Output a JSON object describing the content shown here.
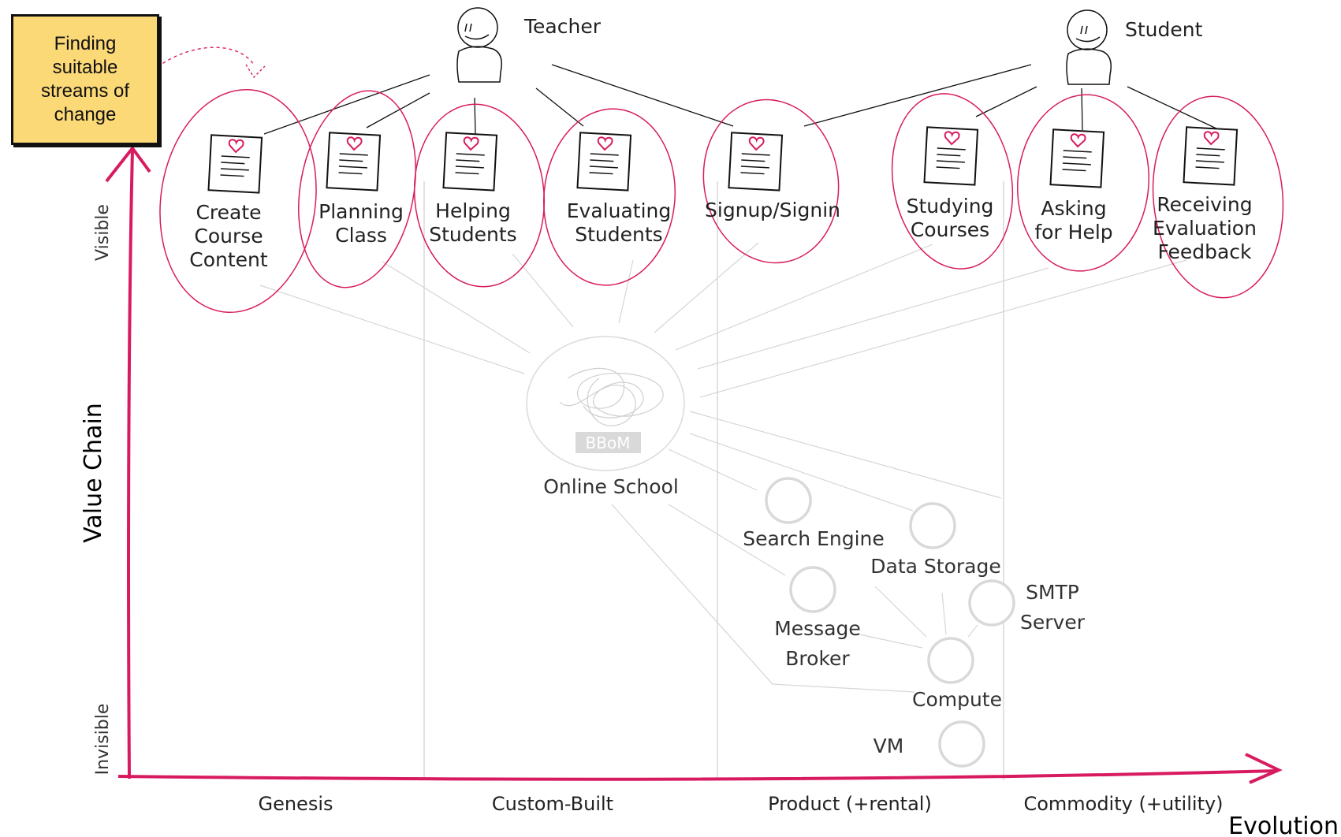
{
  "note": {
    "text": "Finding suitable streams of change",
    "color": "#fcd977"
  },
  "axes": {
    "y_label": "Value Chain",
    "y_top": "Visible",
    "y_bottom": "Invisible",
    "x_label": "Evolution",
    "accent_color": "#d81b60"
  },
  "stages": [
    "Genesis",
    "Custom-Built",
    "Product (+rental)",
    "Commodity (+utility)"
  ],
  "actors": [
    {
      "label": "Teacher",
      "icon": "user-icon"
    },
    {
      "label": "Student",
      "icon": "user-icon"
    }
  ],
  "needs": [
    {
      "label": [
        "Create",
        "Course",
        "Content"
      ],
      "icon": "document-heart-icon"
    },
    {
      "label": [
        "Planning",
        "Class"
      ],
      "icon": "document-heart-icon"
    },
    {
      "label": [
        "Helping",
        "Students"
      ],
      "icon": "document-heart-icon"
    },
    {
      "label": [
        "Evaluating",
        "Students"
      ],
      "icon": "document-heart-icon"
    },
    {
      "label": [
        "Signup/Signin"
      ],
      "icon": "document-heart-icon"
    },
    {
      "label": [
        "Studying",
        "Courses"
      ],
      "icon": "document-heart-icon"
    },
    {
      "label": [
        "Asking",
        "for Help"
      ],
      "icon": "document-heart-icon"
    },
    {
      "label": [
        "Receiving",
        "Evaluation",
        "Feedback"
      ],
      "icon": "document-heart-icon"
    }
  ],
  "system": {
    "label": "Online School",
    "badge": "BBoM",
    "icon": "big-ball-of-mud-icon"
  },
  "components": [
    {
      "label": [
        "Search Engine"
      ]
    },
    {
      "label": [
        "Data Storage"
      ]
    },
    {
      "label": [
        "Message",
        "Broker"
      ]
    },
    {
      "label": [
        "SMTP",
        "Server"
      ]
    },
    {
      "label": [
        "Compute"
      ]
    },
    {
      "label": [
        "VM"
      ]
    }
  ]
}
